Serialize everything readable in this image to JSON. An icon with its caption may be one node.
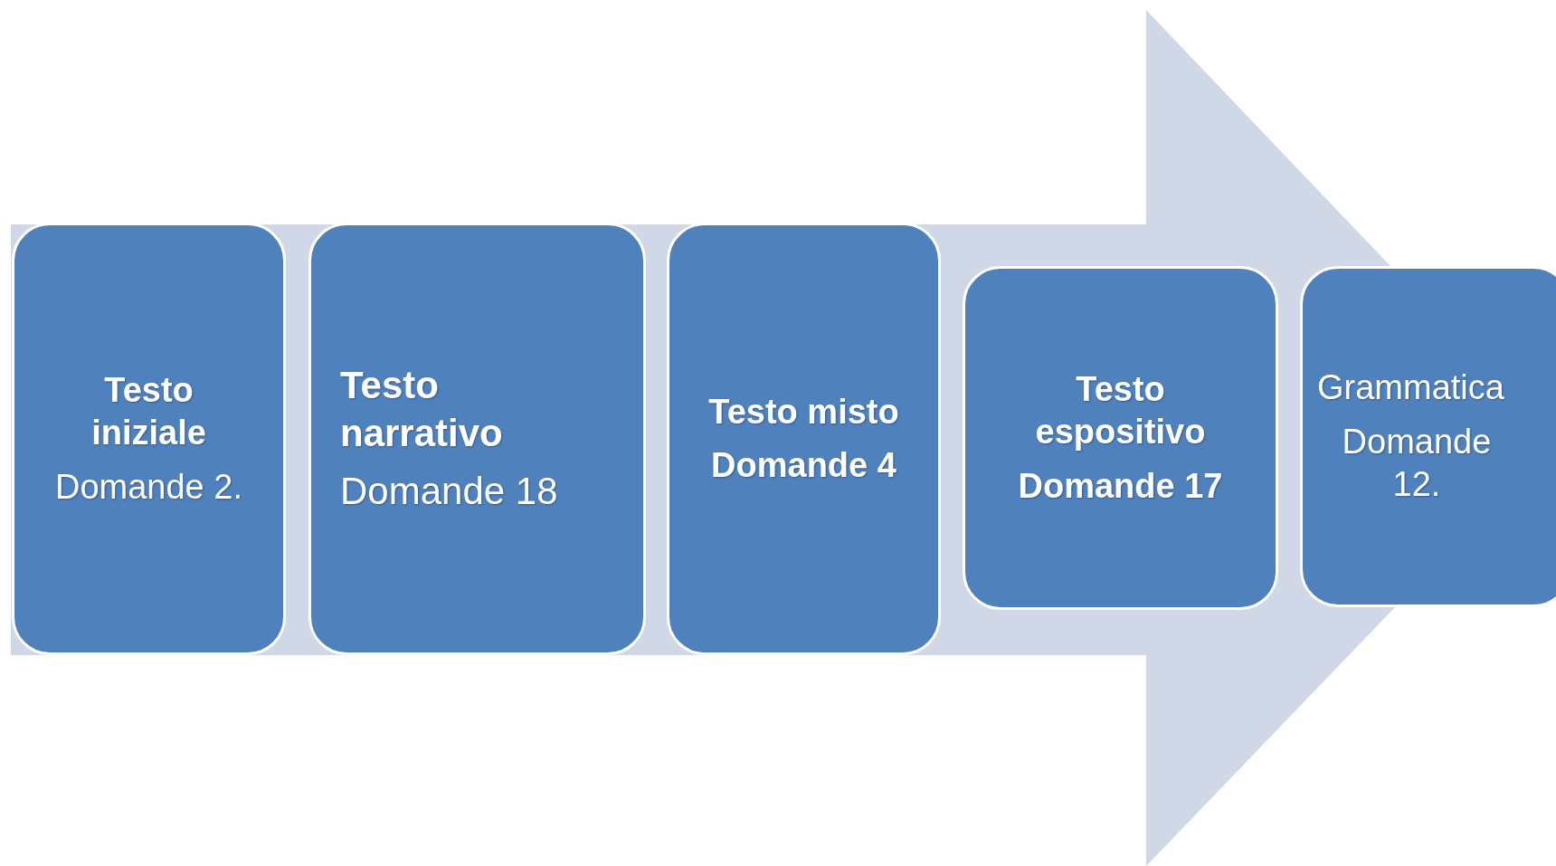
{
  "diagram": {
    "nodes": [
      {
        "text": [
          "Testo iniziale",
          "Domande 2."
        ]
      },
      {
        "text": [
          "Testo narrativo",
          "Domande 18"
        ]
      },
      {
        "text": [
          "Testo misto",
          "Domande 4"
        ]
      },
      {
        "text": [
          "Testo espositivo",
          "Domande 17"
        ]
      },
      {
        "text": [
          "Grammatica",
          "Domande 12."
        ]
      }
    ],
    "edges": [
      {
        "from": 0,
        "to": 4,
        "arrow": "to"
      }
    ]
  }
}
